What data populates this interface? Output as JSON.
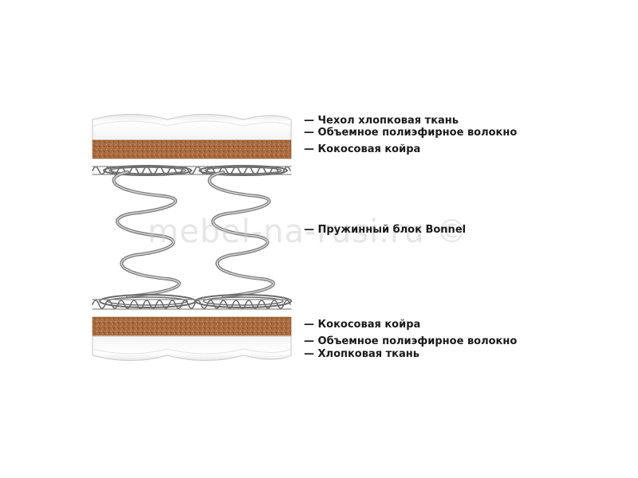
{
  "labels": {
    "cover_top": "— Чехол хлопковая ткань",
    "fiber_top": "— Объемное полиэфирное волокно",
    "coir_top": "— Кокосовая койра",
    "spring_block": "— Пружинный блок Bonnel",
    "coir_bottom": "— Кокосовая койра",
    "fiber_bottom": "— Объемное полиэфирное волокно",
    "cover_bottom": "— Хлопковая ткань"
  },
  "watermark": "mebel-na-rusi.ru ©",
  "colors": {
    "coir": "#a86a3e",
    "fiber": "#fbfbfb",
    "outline": "#cfcfcf",
    "spring": "#6b6b6b",
    "text": "#1a1a1a"
  }
}
